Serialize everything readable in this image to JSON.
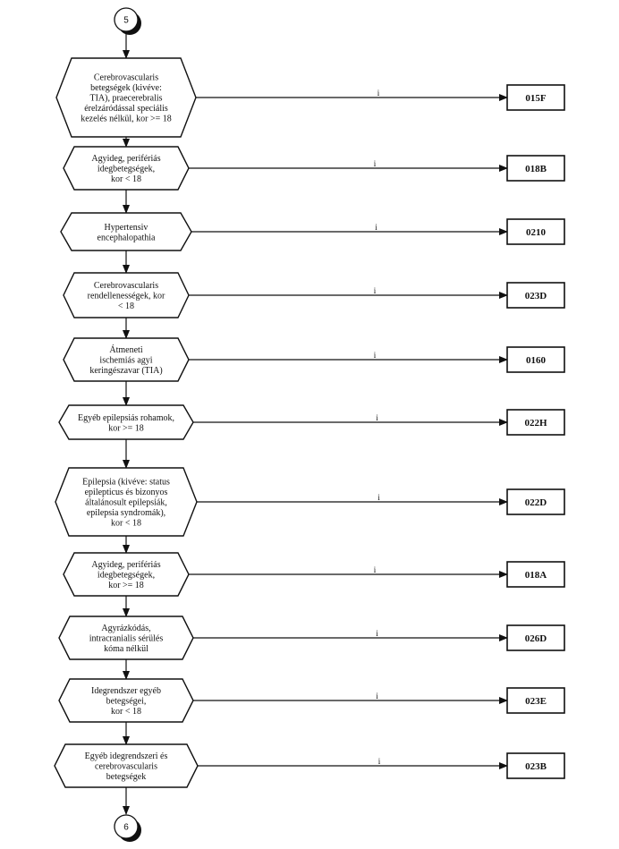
{
  "connector_top": {
    "label": "5"
  },
  "connector_bottom": {
    "label": "6"
  },
  "edge_label": "i",
  "decisions": [
    {
      "lines": [
        "Cerebrovascularis",
        "betegségek (kivéve:",
        "TIA), praecerebralis",
        "érelzáródással speciális",
        "kezelés nélkül, kor >= 18"
      ],
      "code": "015F"
    },
    {
      "lines": [
        "Agyideg, perifériás",
        "idegbetegségek,",
        "kor < 18"
      ],
      "code": "018B"
    },
    {
      "lines": [
        "Hypertensiv",
        "encephalopathia"
      ],
      "code": "0210"
    },
    {
      "lines": [
        "Cerebrovascularis",
        "rendellenességek, kor",
        "< 18"
      ],
      "code": "023D"
    },
    {
      "lines": [
        "Átmeneti",
        "ischemiás agyi",
        "keringészavar (TIA)"
      ],
      "code": "0160"
    },
    {
      "lines": [
        "Egyéb epilepsiás rohamok,",
        "kor >= 18"
      ],
      "code": "022H"
    },
    {
      "lines": [
        "Epilepsia (kivéve: status",
        "epilepticus és bizonyos",
        "általánosult epilepsiák,",
        "epilepsia syndromák),",
        "kor < 18"
      ],
      "code": "022D"
    },
    {
      "lines": [
        "Agyideg, perifériás",
        "idegbetegségek,",
        "kor >= 18"
      ],
      "code": "018A"
    },
    {
      "lines": [
        "Agyrázkódás,",
        "intracranialis sérülés",
        "kóma nélkül"
      ],
      "code": "026D"
    },
    {
      "lines": [
        "Idegrendszer egyéb",
        "betegségei,",
        "kor < 18"
      ],
      "code": "023E"
    },
    {
      "lines": [
        "Egyéb idegrendszeri és",
        "cerebrovascularis",
        "betegségek"
      ],
      "code": "023B"
    }
  ]
}
